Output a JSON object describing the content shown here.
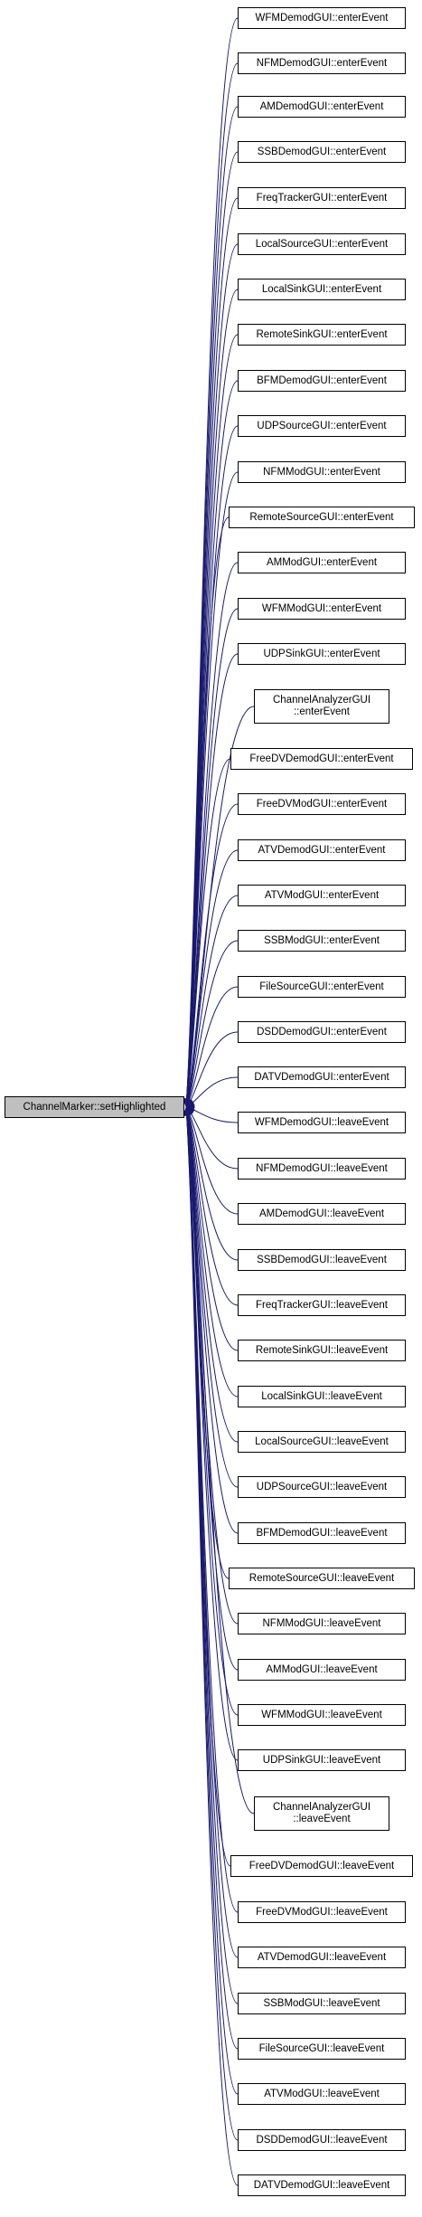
{
  "root": "ChannelMarker::setHighlighted",
  "callers": [
    "WFMDemodGUI::enterEvent",
    "NFMDemodGUI::enterEvent",
    "AMDemodGUI::enterEvent",
    "SSBDemodGUI::enterEvent",
    "FreqTrackerGUI::enterEvent",
    "LocalSourceGUI::enterEvent",
    "LocalSinkGUI::enterEvent",
    "RemoteSinkGUI::enterEvent",
    "BFMDemodGUI::enterEvent",
    "UDPSourceGUI::enterEvent",
    "NFMModGUI::enterEvent",
    "RemoteSourceGUI::enterEvent",
    "AMModGUI::enterEvent",
    "WFMModGUI::enterEvent",
    "UDPSinkGUI::enterEvent",
    "ChannelAnalyzerGUI\n::enterEvent",
    "FreeDVDemodGUI::enterEvent",
    "FreeDVModGUI::enterEvent",
    "ATVDemodGUI::enterEvent",
    "ATVModGUI::enterEvent",
    "SSBModGUI::enterEvent",
    "FileSourceGUI::enterEvent",
    "DSDDemodGUI::enterEvent",
    "DATVDemodGUI::enterEvent",
    "WFMDemodGUI::leaveEvent",
    "NFMDemodGUI::leaveEvent",
    "AMDemodGUI::leaveEvent",
    "SSBDemodGUI::leaveEvent",
    "FreqTrackerGUI::leaveEvent",
    "RemoteSinkGUI::leaveEvent",
    "LocalSinkGUI::leaveEvent",
    "LocalSourceGUI::leaveEvent",
    "UDPSourceGUI::leaveEvent",
    "BFMDemodGUI::leaveEvent",
    "RemoteSourceGUI::leaveEvent",
    "NFMModGUI::leaveEvent",
    "AMModGUI::leaveEvent",
    "WFMModGUI::leaveEvent",
    "UDPSinkGUI::leaveEvent",
    "ChannelAnalyzerGUI\n::leaveEvent",
    "FreeDVDemodGUI::leaveEvent",
    "FreeDVModGUI::leaveEvent",
    "ATVDemodGUI::leaveEvent",
    "SSBModGUI::leaveEvent",
    "FileSourceGUI::leaveEvent",
    "ATVModGUI::leaveEvent",
    "DSDDemodGUI::leaveEvent",
    "DATVDemodGUI::leaveEvent"
  ],
  "colors": {
    "edge": "#191970",
    "root_fill": "#bfbfbf",
    "node_border": "#000000"
  }
}
